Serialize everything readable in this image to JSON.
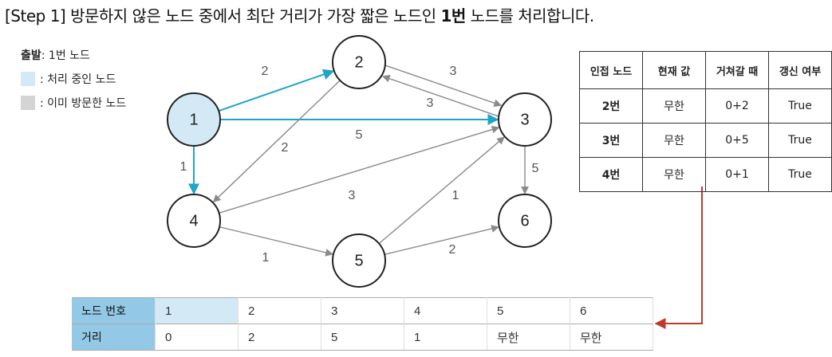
{
  "title": {
    "prefix": "[Step 1] 방문하지 않은 노드 중에서 최단 거리가 가장 짧은 노드인 ",
    "bold": "1번",
    "suffix": " 노드를 처리합니다."
  },
  "legend": {
    "start_label": "출발",
    "start_value": ": 1번 노드",
    "processing": ": 처리 중인 노드",
    "visited": ": 이미 방문한 노드"
  },
  "graph": {
    "nodes": [
      {
        "id": "1",
        "state": "processing"
      },
      {
        "id": "2",
        "state": "unvisited"
      },
      {
        "id": "3",
        "state": "unvisited"
      },
      {
        "id": "4",
        "state": "unvisited"
      },
      {
        "id": "5",
        "state": "unvisited"
      },
      {
        "id": "6",
        "state": "unvisited"
      }
    ],
    "edges": [
      {
        "from": "1",
        "to": "2",
        "weight": "2",
        "highlight": true
      },
      {
        "from": "1",
        "to": "3",
        "weight": "5",
        "highlight": true
      },
      {
        "from": "1",
        "to": "4",
        "weight": "1",
        "highlight": true
      },
      {
        "from": "2",
        "to": "3",
        "weight": "3",
        "highlight": false
      },
      {
        "from": "3",
        "to": "2",
        "weight": "3",
        "highlight": false
      },
      {
        "from": "2",
        "to": "4",
        "weight": "2",
        "highlight": false
      },
      {
        "from": "4",
        "to": "3",
        "weight": "3",
        "highlight": false
      },
      {
        "from": "4",
        "to": "5",
        "weight": "1",
        "highlight": false
      },
      {
        "from": "5",
        "to": "3",
        "weight": "1",
        "highlight": false
      },
      {
        "from": "5",
        "to": "6",
        "weight": "2",
        "highlight": false
      },
      {
        "from": "3",
        "to": "6",
        "weight": "5",
        "highlight": false
      }
    ]
  },
  "adjacency_table": {
    "headers": [
      "인접 노드",
      "현재 값",
      "거쳐갈 때",
      "갱신 여부"
    ],
    "rows": [
      [
        "2번",
        "무한",
        "0+2",
        "True"
      ],
      [
        "3번",
        "무한",
        "0+5",
        "True"
      ],
      [
        "4번",
        "무한",
        "0+1",
        "True"
      ]
    ]
  },
  "distance_table": {
    "row1_header": "노드 번호",
    "row2_header": "거리",
    "nodes": [
      "1",
      "2",
      "3",
      "4",
      "5",
      "6"
    ],
    "distances": [
      "0",
      "2",
      "5",
      "1",
      "무한",
      "무한"
    ]
  },
  "colors": {
    "highlight_edge": "#1ea5c8",
    "normal_edge": "#8a8a8a",
    "processing_fill": "#d4e9f6",
    "header_fill": "#93c9e6",
    "red_arrow": "#c0392b"
  }
}
